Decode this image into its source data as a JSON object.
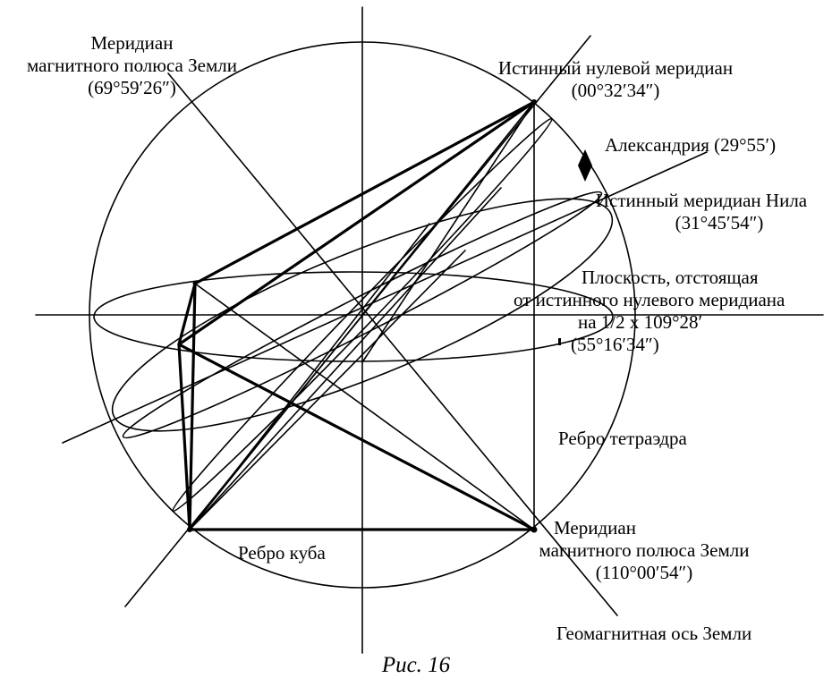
{
  "figure": {
    "caption": "Рис. 16",
    "labels": {
      "magnetic_meridian_left": {
        "line1": "Меридиан",
        "line2": "магнитного полюса Земли",
        "line3": "(69°59′26″)"
      },
      "true_zero_meridian": {
        "line1": "Истинный нулевой меридиан",
        "line2": "(00°32′34″)"
      },
      "alexandria": "Александрия (29°55′)",
      "nile_meridian": {
        "line1": "Истинный меридиан Нила",
        "line2": "(31°45′54″)"
      },
      "plane": {
        "line1": "Плоскость, отстоящая",
        "line2": "от истинного нулевого меридиана",
        "line3": "на 1/2 х 109°28′",
        "line4": "(55°16′34″)"
      },
      "tetrahedron_edge": "Ребро тетраэдра",
      "cube_edge": "Ребро куба",
      "magnetic_meridian_right": {
        "line1": "Меридиан",
        "line2": "магнитного полюса Земли",
        "line3": "(110°00′54″)"
      },
      "geomagnetic_axis": "Геомагнитная ось Земли"
    }
  }
}
